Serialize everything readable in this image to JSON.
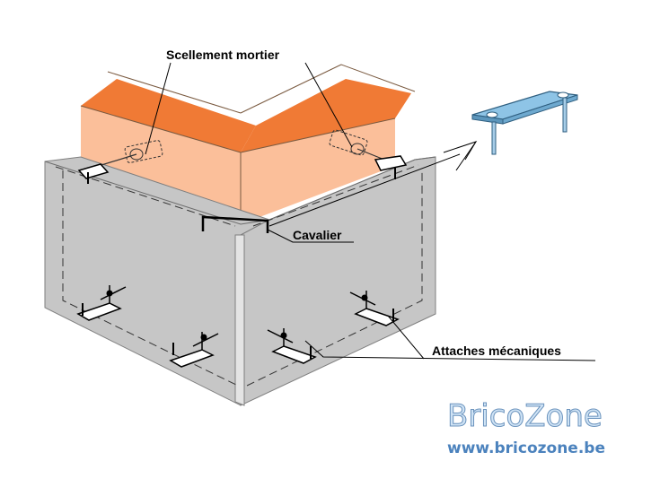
{
  "labels": {
    "scellement": "Scellement mortier",
    "cavalier": "Cavalier",
    "attaches": "Attaches mécaniques"
  },
  "watermark": {
    "brand": "BricoZone",
    "url": "www.bricozone.be"
  },
  "colors": {
    "wall_top": "#f07a35",
    "wall_front": "#fbbf9a",
    "cladding": "#c6c6c6",
    "cladding_edge": "#9a9a9a",
    "cavalier_part": "#8ec4e6",
    "brand_fill": "#cfe3f5",
    "brand_stroke": "#6b93bd",
    "url_color": "#4b82bd"
  }
}
